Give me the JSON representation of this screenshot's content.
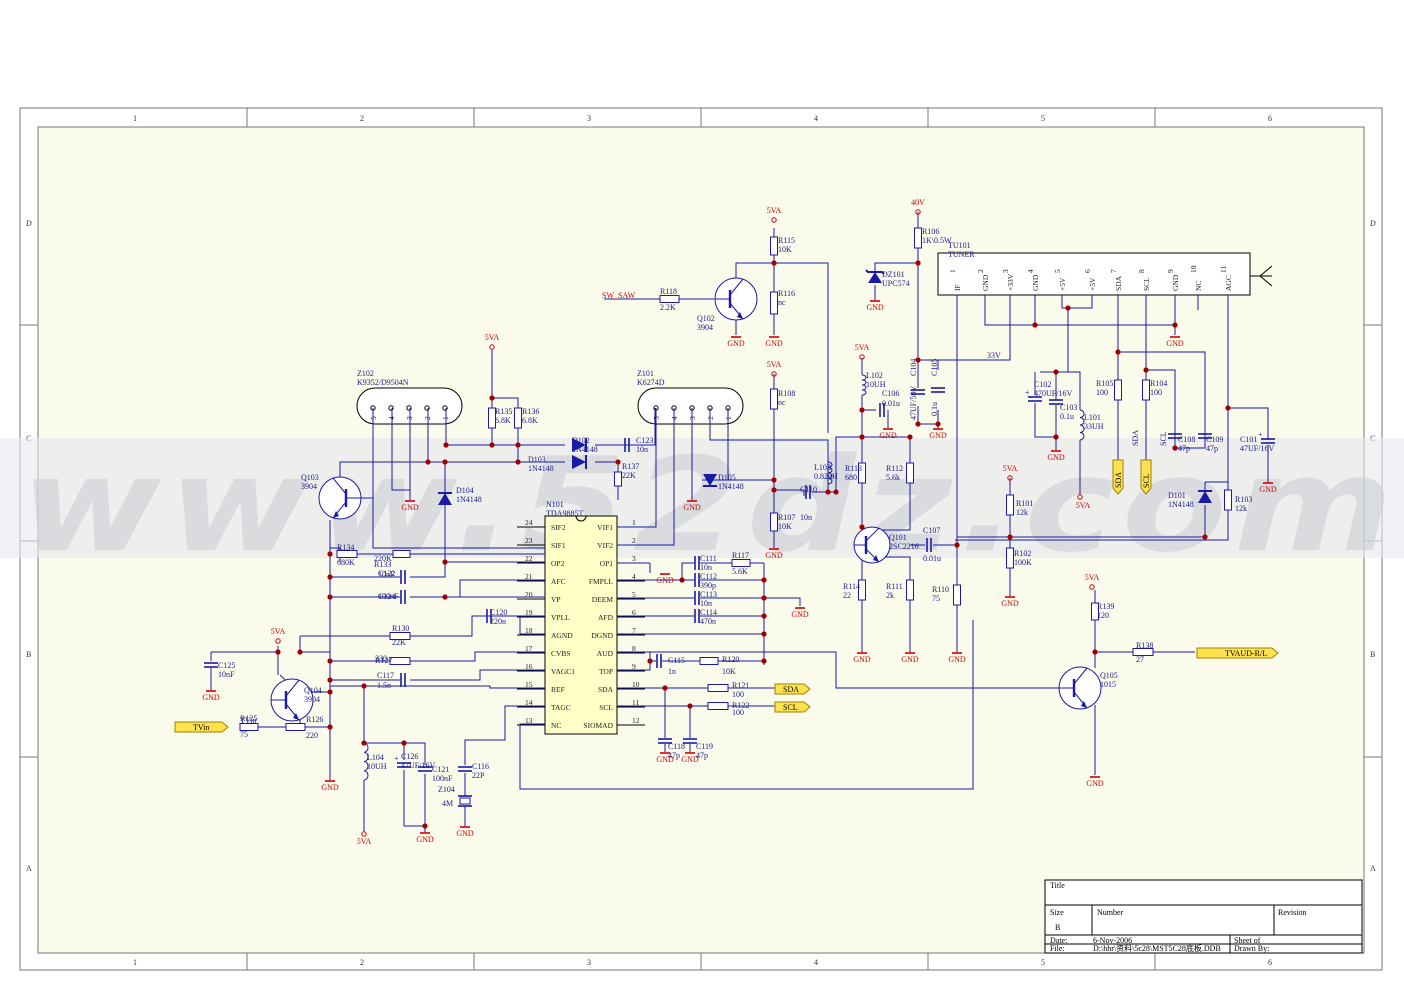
{
  "sheet": {
    "columns": [
      "1",
      "2",
      "3",
      "4",
      "5",
      "6"
    ],
    "rows": [
      "D",
      "C",
      "B",
      "A"
    ],
    "watermark": "www.52dz.com"
  },
  "title_block": {
    "title_label": "Title",
    "size_label": "Size",
    "size_value": "B",
    "number_label": "Number",
    "revision_label": "Revision",
    "date_label": "Date:",
    "date_value": "6-Nov-2006",
    "sheet_label": "Sheet    of",
    "file_label": "File:",
    "file_value": "D:\\hhr\\资料\\5c28\\MST5C28底板.DDB",
    "drawn_label": "Drawn By:"
  },
  "ic": {
    "ref": "N101",
    "part": "TDA9885T",
    "left_pins": [
      {
        "num": "24",
        "name": "SIF2"
      },
      {
        "num": "23",
        "name": "SIF1"
      },
      {
        "num": "22",
        "name": "OP2"
      },
      {
        "num": "21",
        "name": "AFC"
      },
      {
        "num": "20",
        "name": "VP"
      },
      {
        "num": "19",
        "name": "VPLL"
      },
      {
        "num": "18",
        "name": "AGND"
      },
      {
        "num": "17",
        "name": "CVBS"
      },
      {
        "num": "16",
        "name": "VAGC1"
      },
      {
        "num": "15",
        "name": "REF"
      },
      {
        "num": "14",
        "name": "TAGC"
      },
      {
        "num": "13",
        "name": "NC"
      }
    ],
    "right_pins": [
      {
        "num": "1",
        "name": "VIF1"
      },
      {
        "num": "2",
        "name": "VIF2"
      },
      {
        "num": "3",
        "name": "OP1"
      },
      {
        "num": "4",
        "name": "FMPLL"
      },
      {
        "num": "5",
        "name": "DEEM"
      },
      {
        "num": "6",
        "name": "AFD"
      },
      {
        "num": "7",
        "name": "DGND"
      },
      {
        "num": "8",
        "name": "AUD"
      },
      {
        "num": "9",
        "name": "TOP"
      },
      {
        "num": "10",
        "name": "SDA"
      },
      {
        "num": "11",
        "name": "SCL"
      },
      {
        "num": "12",
        "name": "SIOMAD"
      }
    ]
  },
  "tuner": {
    "ref": "TU101",
    "part": "TUNER",
    "pins": [
      {
        "num": "1",
        "name": "IF"
      },
      {
        "num": "2",
        "name": "GND"
      },
      {
        "num": "3",
        "name": "+33V"
      },
      {
        "num": "4",
        "name": "GND"
      },
      {
        "num": "5",
        "name": "+5V"
      },
      {
        "num": "6",
        "name": "+5V"
      },
      {
        "num": "7",
        "name": "SDA"
      },
      {
        "num": "8",
        "name": "SCL"
      },
      {
        "num": "9",
        "name": "GND"
      },
      {
        "num": "10",
        "name": "NC"
      },
      {
        "num": "11",
        "name": "AGC"
      }
    ]
  },
  "saw_filters": {
    "z102": {
      "ref": "Z102",
      "part": "K9352/D9504N",
      "pins": [
        "5",
        "4",
        "3",
        "2",
        "1"
      ]
    },
    "z101": {
      "ref": "Z101",
      "part": "K6274D",
      "pins": [
        "5",
        "4",
        "3",
        "2",
        "1"
      ]
    }
  },
  "ports": {
    "tvin": "TVin",
    "tvin_net": "TVin",
    "sw_saw": "SW_SAW",
    "tvaud": "TVAUD-R/L",
    "sda_out": "SDA",
    "scl_out": "SCL",
    "sda_tuner": "SDA",
    "scl_tuner": "SCL"
  },
  "power": {
    "v5a": "5VA",
    "v40": "40V",
    "gnd": "GND",
    "net33v": "33V"
  },
  "labels": {
    "R115": "R115",
    "R115v": "10K",
    "R116": "R116",
    "R116v": "nc",
    "R118": "R118",
    "R118v": "2.2K",
    "Q102": "Q102",
    "Q102v": "3904",
    "R106": "R106",
    "R106v": "1K\\0.5W",
    "DZ101": "DZ101",
    "DZ101v": "UPC574",
    "L102": "L102",
    "L102v": "10UH",
    "C106": "C106",
    "C106v": "0.01u",
    "C104": "C104",
    "C104v": "47UF/50V",
    "C105": "C105",
    "C105v": "0.1u",
    "C102": "C102",
    "C102v": "470UF/16V",
    "C103": "C103",
    "C103v": "0.1u",
    "L101": "L101",
    "L101v": "33UH",
    "R105": "R105",
    "R105v": "100",
    "R104": "R104",
    "R104v": "100",
    "C108": "C108",
    "C108v": "47p",
    "C109": "C109",
    "C109v": "47p",
    "C101": "C101",
    "C101v": "47UF/16V",
    "R135": "R135",
    "R135v": "6.8K",
    "R136": "R136",
    "R136v": "6.8K",
    "R108": "R108",
    "R108v": "nc",
    "D102": "D102",
    "D102v": "1N4148",
    "D103": "D103",
    "D103v": "1N4148",
    "C123": "C123",
    "C123v": "10n",
    "R137": "R137",
    "R137v": "22K",
    "D104": "D104",
    "D104v": "1N4148",
    "D105": "D105",
    "D105v": "1N4148",
    "L103": "L103",
    "L103v": "0.82uH",
    "R113": "R113",
    "R113v": "680",
    "R112": "R112",
    "R112v": "5.6k",
    "C110": "C110",
    "C110v": "10n",
    "R107": "R107",
    "R107v": "10K",
    "Q103": "Q103",
    "Q103v": "3904",
    "R134": "R134",
    "R134v": "680K",
    "R133": "R133",
    "R133v": "220K",
    "C122": "C122",
    "C122v": "10nF",
    "C124": "C124",
    "C124v": "100nF",
    "R130": "R130",
    "R130v": "22K",
    "C125": "C125",
    "C125v": "10nF",
    "R127": "R127",
    "R127v": "330",
    "C117": "C117",
    "C117v": "1.5n",
    "Q104": "Q104",
    "Q104v": "3904",
    "R125": "R125",
    "R125v": "75",
    "R126": "R126",
    "R126v": "220",
    "L104": "L104",
    "L104v": "10UH",
    "C126": "C126",
    "C126v": "47UF/16V",
    "C121": "C121",
    "C121v": "100nF",
    "C116": "C116",
    "C116v": "22P",
    "Z104": "Z104",
    "Z104v": "4M",
    "C120": "C120",
    "C120v": "220n",
    "C111": "C111",
    "C111v": "10n",
    "C112": "C112",
    "C112v": "390p",
    "C113": "C113",
    "C113v": "10n",
    "C114": "C114",
    "C114v": "470n",
    "R117": "R117",
    "R117v": "5.6K",
    "C115": "C115",
    "C115v": "1n",
    "R120": "R120",
    "R120v": "10K",
    "R121": "R121",
    "R121v": "100",
    "R122": "R122",
    "R122v": "100",
    "C118": "C118",
    "C118v": "47p",
    "C119": "C119",
    "C119v": "47p",
    "Q101": "Q101",
    "Q101v": "2SC2216",
    "C107": "C107",
    "C107v": "0.01u",
    "R114": "R114",
    "R114v": "22",
    "R111": "R111",
    "R111v": "2k",
    "R110": "R110",
    "R110v": "75",
    "R101": "R101",
    "R101v": "12k",
    "R102": "R102",
    "R102v": "100K",
    "D101": "D101",
    "D101v": "1N4148",
    "R103": "R103",
    "R103v": "12k",
    "R139": "R139",
    "R139v": "120",
    "R138": "R138",
    "R138v": "27",
    "Q105": "Q105",
    "Q105v": "1015"
  }
}
